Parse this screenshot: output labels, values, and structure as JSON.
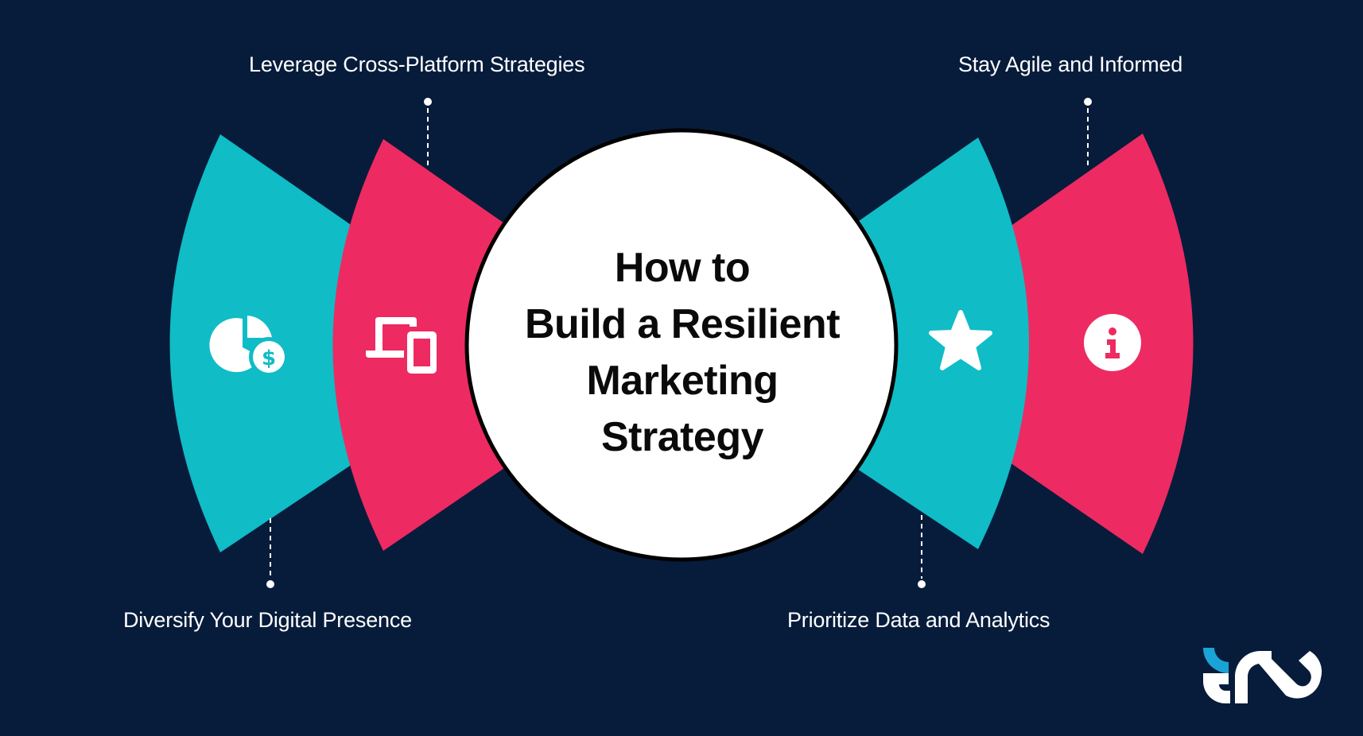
{
  "title": {
    "lines": [
      "How to",
      "Build a Resilient",
      "Marketing",
      "Strategy"
    ]
  },
  "steps": [
    {
      "label": "Diversify Your Digital Presence",
      "icon": "pie-chart-dollar-icon",
      "color": "#10bcc6",
      "position": "bottom-left"
    },
    {
      "label": "Leverage Cross-Platform Strategies",
      "icon": "devices-icon",
      "color": "#ee2a62",
      "position": "top-left"
    },
    {
      "label": "Prioritize Data and Analytics",
      "icon": "star-icon",
      "color": "#10bcc6",
      "position": "bottom-right"
    },
    {
      "label": "Stay Agile and Informed",
      "icon": "info-icon",
      "color": "#ee2a62",
      "position": "top-right"
    }
  ],
  "colors": {
    "background": "#071c3b",
    "teal": "#10bcc6",
    "pink": "#ee2a62",
    "circle_fill": "#ffffff",
    "circle_stroke": "#000000",
    "logo_accent": "#1aa3d6"
  },
  "logo": {
    "name": "brand-logo"
  }
}
